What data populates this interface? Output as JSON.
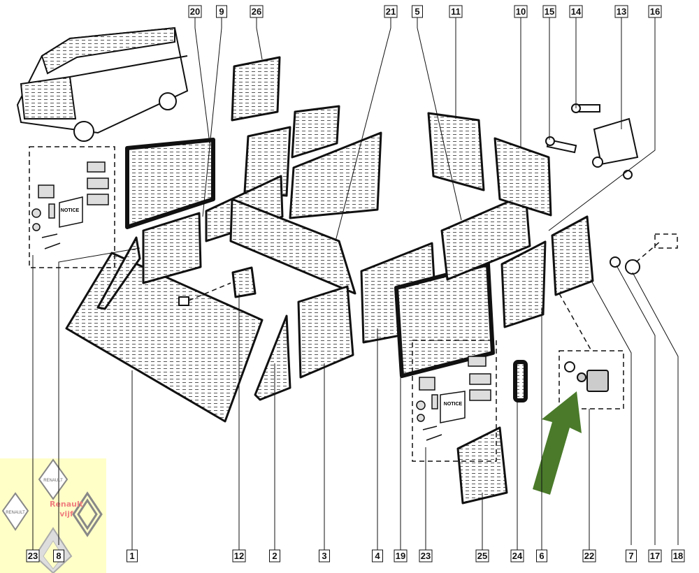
{
  "diagram": {
    "top_callouts": [
      "20",
      "9",
      "26",
      "21",
      "5",
      "11",
      "10",
      "15",
      "14",
      "13",
      "16"
    ],
    "bottom_callouts": [
      "23",
      "8",
      "1",
      "12",
      "2",
      "3",
      "4",
      "19",
      "23",
      "25",
      "24",
      "6",
      "22",
      "7",
      "17",
      "18"
    ],
    "booklet_label": "NOTICE",
    "arrow_color": "#4a7a2a"
  },
  "watermark": {
    "line1": "Renault",
    "line2": "vijf",
    "logo_text": "RENAULT",
    "background": "#ffffc8"
  }
}
